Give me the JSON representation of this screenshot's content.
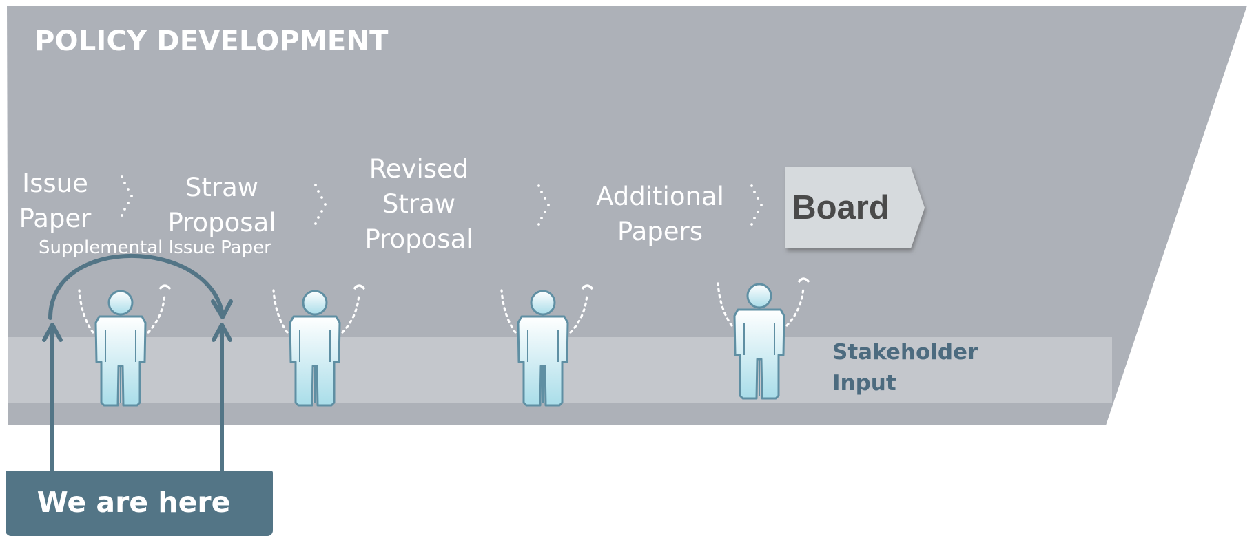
{
  "title": "POLICY DEVELOPMENT",
  "steps": {
    "issue_paper": [
      "Issue",
      "Paper"
    ],
    "straw_proposal": [
      "Straw",
      "Proposal"
    ],
    "revised_straw_proposal": [
      "Revised",
      "Straw",
      "Proposal"
    ],
    "additional_papers": [
      "Additional",
      "Papers"
    ]
  },
  "supplemental_label": "Supplemental Issue Paper",
  "board_label": "Board",
  "stakeholder_input": [
    "Stakeholder",
    "Input"
  ],
  "we_are_here_label": "We are here",
  "colors": {
    "panel": "#adb1b8",
    "band": "#c4c7cc",
    "board_fill": "#d6dadd",
    "arrow_accent": "#537586",
    "stakeholder_text": "#4c6b7f",
    "figure_fill_top": "#ffffff",
    "figure_fill_bottom": "#a9dde9",
    "figure_outline": "#5f8fa3"
  },
  "icons": [
    "person-icon",
    "dotted-chevron-icon",
    "dotted-curved-arrow-icon",
    "arch-arrow-icon",
    "up-arrow-icon"
  ]
}
